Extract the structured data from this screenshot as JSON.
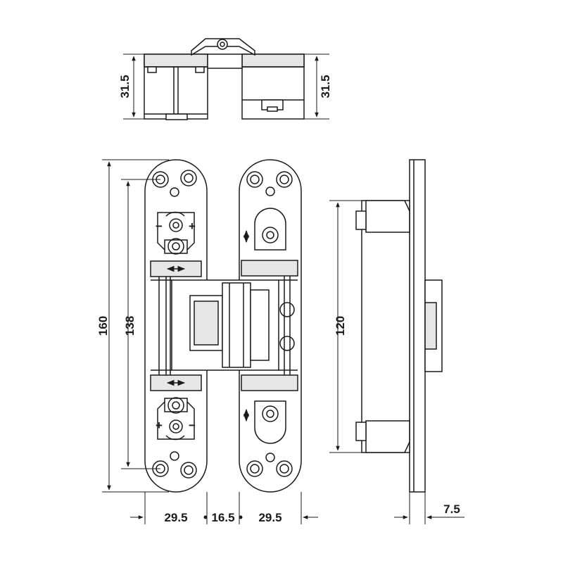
{
  "dimensions": {
    "top_left_height": "31.5",
    "top_right_height": "31.5",
    "overall_length": "160",
    "hole_spacing": "138",
    "side_length": "120",
    "left_leaf_width": "29.5",
    "center_gap": "16.5",
    "right_leaf_width": "29.5",
    "plate_thickness": "7.5"
  },
  "symbols": {
    "minus": "−",
    "plus": "+"
  },
  "colors": {
    "line": "#1a1a1a",
    "fill": "#ffffff",
    "shade": "#e6e6e6"
  }
}
